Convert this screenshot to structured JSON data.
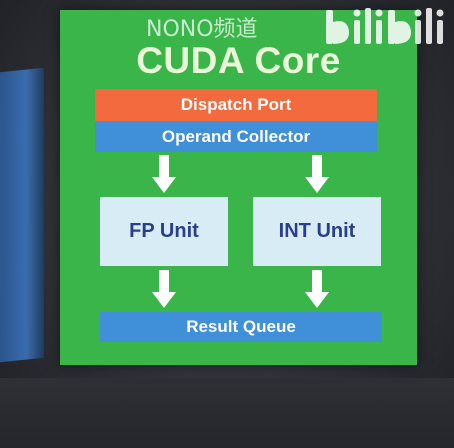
{
  "watermark": {
    "channel": "NONO频道",
    "logo": "bilibili"
  },
  "slide": {
    "title": "CUDA Core",
    "dispatch_label": "Dispatch Port",
    "operand_label": "Operand Collector",
    "fp_label": "FP Unit",
    "int_label": "INT Unit",
    "result_label": "Result Queue"
  },
  "colors": {
    "slide_bg": "#39b54a",
    "dispatch": "#f26a3d",
    "operand": "#3f8fd9",
    "unit_box": "#d7ecf4",
    "unit_text": "#2a3f8c",
    "arrow": "#ffffff"
  },
  "icons": [
    "down-arrow-icon",
    "bilibili-logo"
  ]
}
